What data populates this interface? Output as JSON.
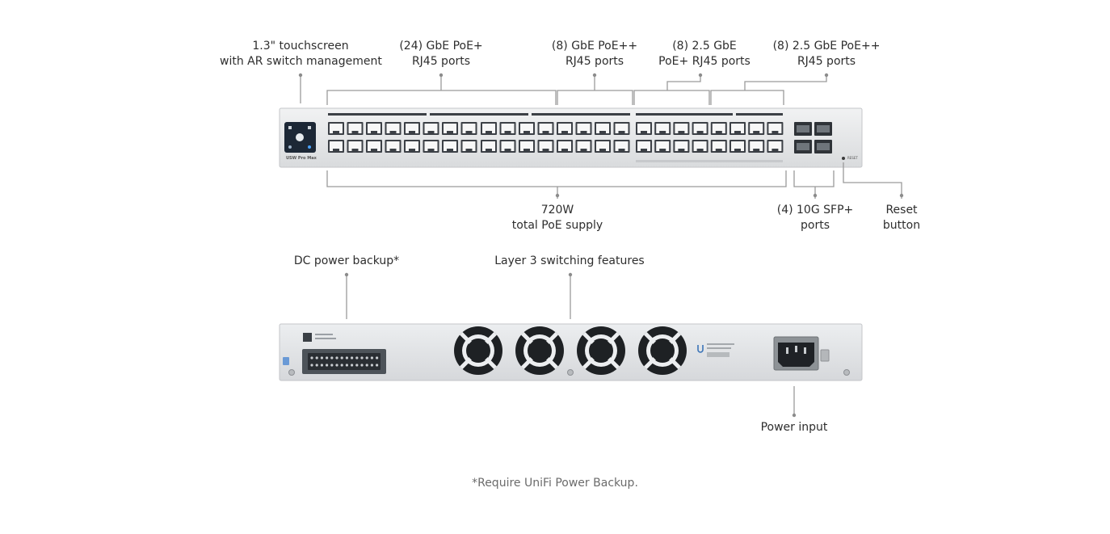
{
  "front_labels": {
    "touchscreen": [
      "1.3\" touchscreen",
      "with AR switch management"
    ],
    "gbe_poe_plus": [
      "(24) GbE PoE+",
      "RJ45 ports"
    ],
    "gbe_poe_plusplus": [
      "(8) GbE PoE++",
      "RJ45 ports"
    ],
    "g25_poe_plus": [
      "(8) 2.5 GbE",
      "PoE+ RJ45 ports"
    ],
    "g25_poe_plusplus": [
      "(8) 2.5 GbE PoE++",
      "RJ45 ports"
    ],
    "poe_supply": [
      "720W",
      "total PoE supply"
    ],
    "sfp": [
      "(4) 10G SFP+",
      "ports"
    ],
    "reset": [
      "Reset",
      "button"
    ]
  },
  "rear_labels": {
    "dc_backup": "DC power backup*",
    "layer3": "Layer 3 switching features",
    "power_input": "Power input"
  },
  "device_text": {
    "model": "USW Pro Max",
    "reset_mark": "RESET"
  },
  "footnote": "*Require UniFi Power Backup."
}
